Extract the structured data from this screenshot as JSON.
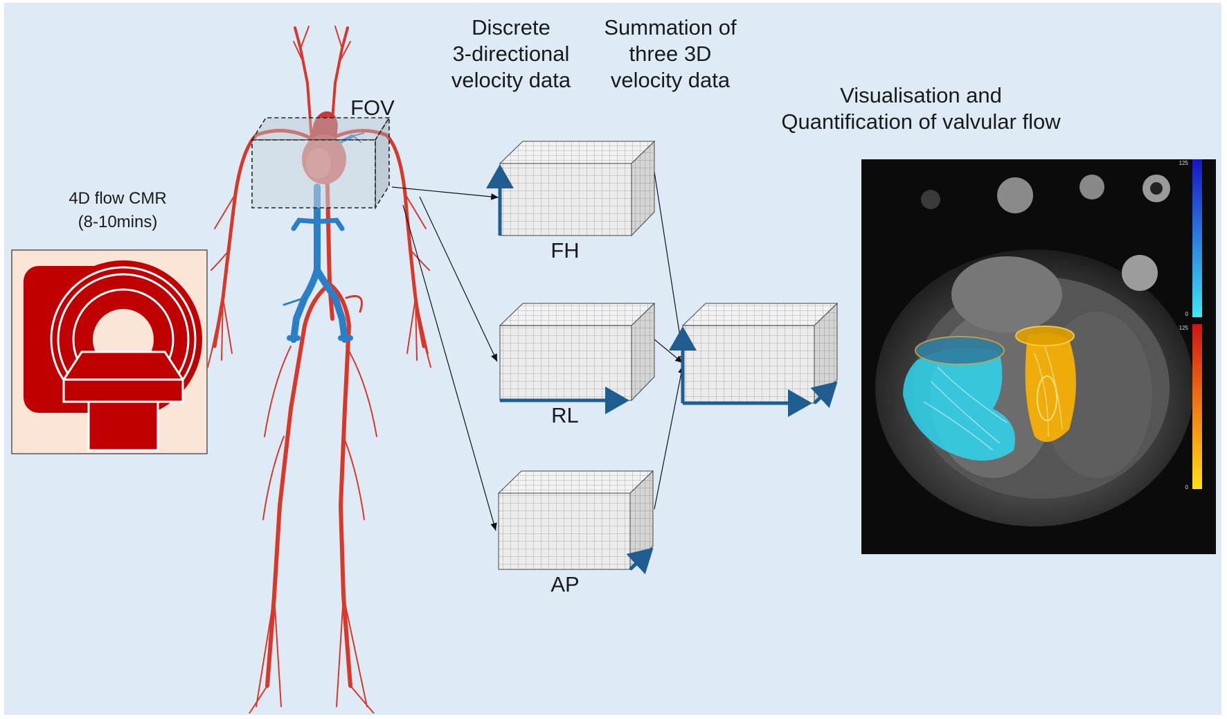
{
  "labels": {
    "scanner_title_line1": "4D flow CMR",
    "scanner_title_line2": "(8-10mins)",
    "fov": "FOV",
    "discrete_line1": "Discrete",
    "discrete_line2": "3-directional",
    "discrete_line3": "velocity data",
    "summation_line1": "Summation of",
    "summation_line2": "three 3D",
    "summation_line3": "velocity data",
    "visual_line1": "Visualisation and",
    "visual_line2": "Quantification of valvular flow",
    "box_fh": "FH",
    "box_rl": "RL",
    "box_ap": "AP"
  },
  "colorbars": {
    "blue_top": "125",
    "blue_bottom": "0",
    "red_top": "125",
    "red_bottom": "0"
  },
  "colors": {
    "background": "#deebf7",
    "artery": "#d8372a",
    "vein": "#2a7fc7",
    "scanner_red": "#c00000",
    "scanner_bg": "#fbe5d6",
    "axis_arrow": "#1f5d91",
    "flow_cyan": "#2fd6f0",
    "flow_yellow": "#ffb400"
  }
}
